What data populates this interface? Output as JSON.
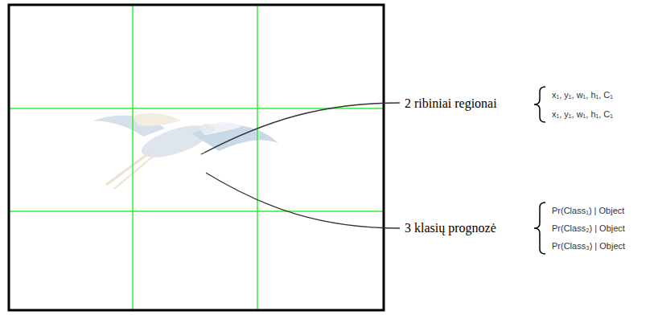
{
  "diagram": {
    "labels": [
      "2 ribiniai regionai",
      "x₁, y₁, w₁, h₁, C₁",
      "x₁, y₁, w₁, h₁, C₁",
      "3 klasių prognozė",
      "Pr(Class₁) | Object",
      "Pr(Class₂) | Object",
      "Pr(Class₃) | Object"
    ]
  }
}
